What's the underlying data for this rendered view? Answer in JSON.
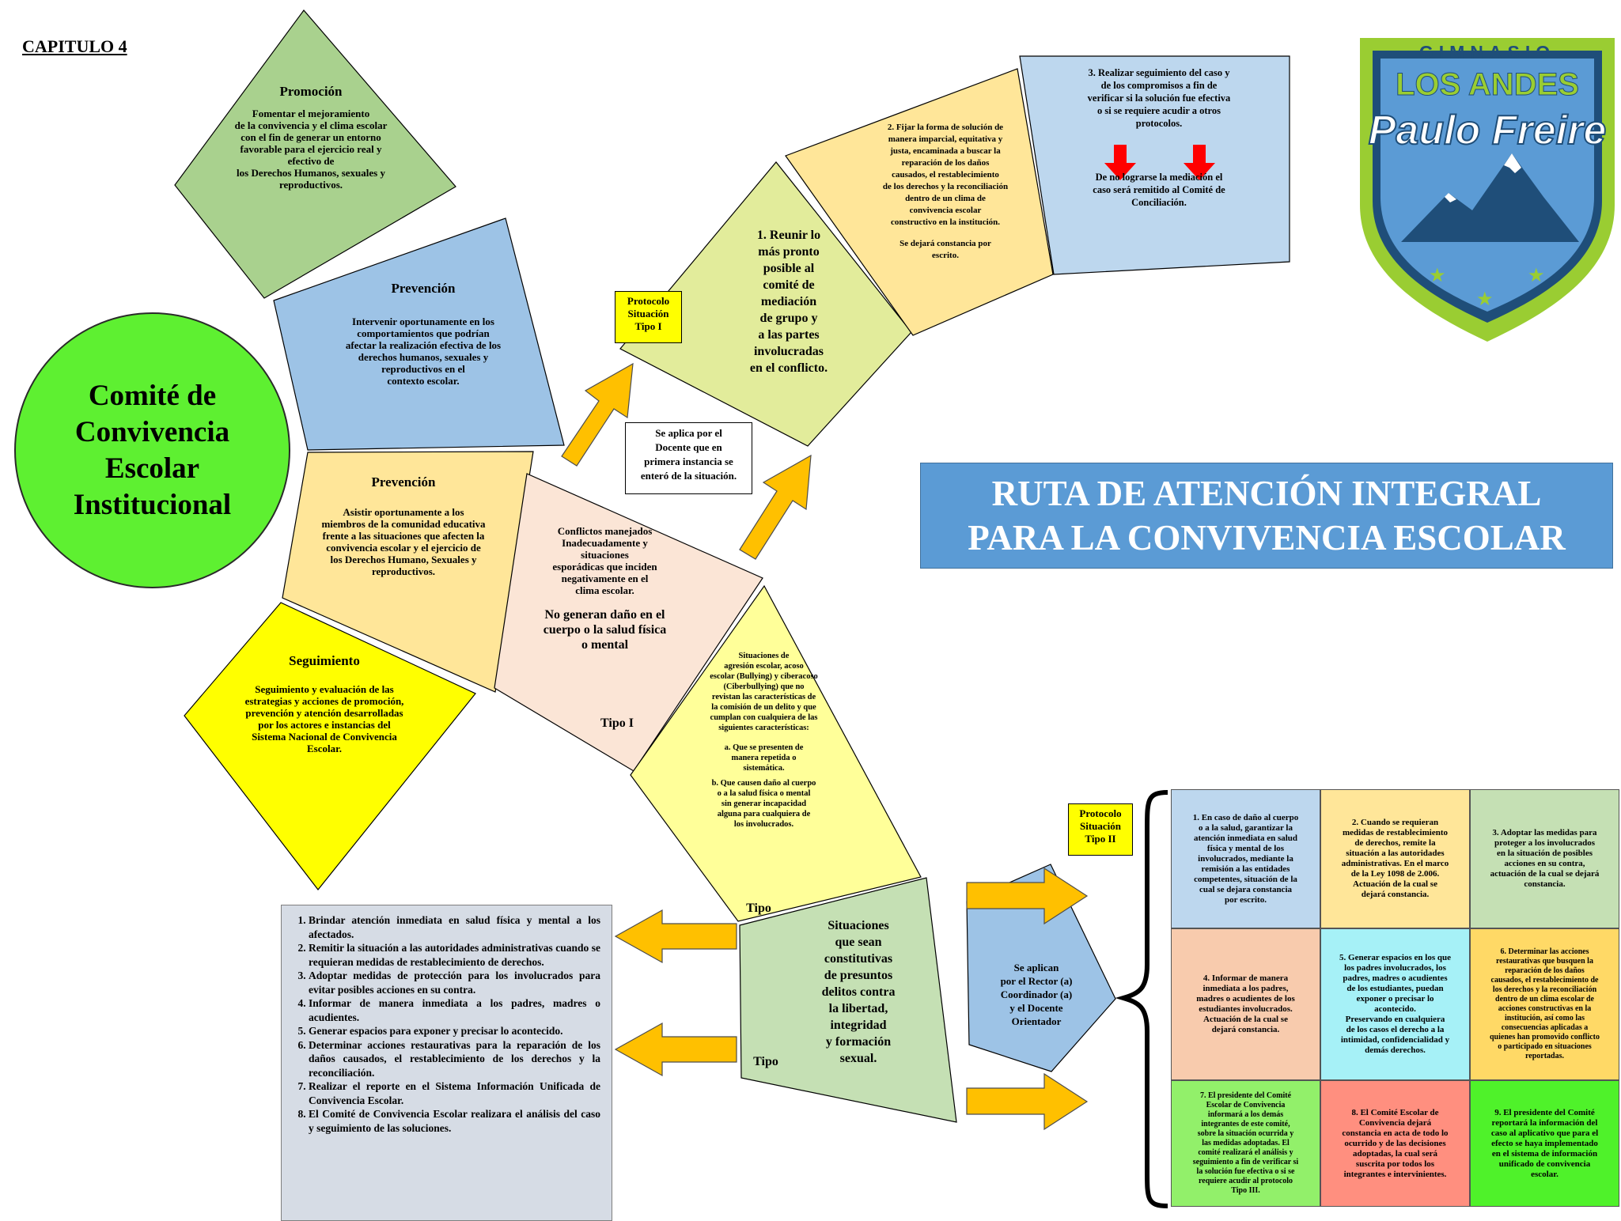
{
  "chapter": "CAPITULO  4",
  "committee": "Comité de Convivencia Escolar Institucional",
  "logo": {
    "line1": "GIMNASIO",
    "line2": "LOS ANDES",
    "line3": "Paulo Freire"
  },
  "banner": {
    "line1": "RUTA DE ATENCIÓN INTEGRAL",
    "line2": "PARA LA CONVIVENCIA ESCOLAR"
  },
  "petals": {
    "promocion": {
      "title": "Promoción",
      "text": "Fomentar el mejoramiento\nde la convivencia y el clima escolar\ncon el fin de generar un entorno\nfavorable para el ejercicio real y\nefectivo de\nlos Derechos Humanos, sexuales y\nreproductivos."
    },
    "prevencion1": {
      "title": "Prevención",
      "text": "Intervenir oportunamente en los\ncomportamientos que podrían\nafectar la realización efectiva de los\nderechos humanos, sexuales y\nreproductivos en el\ncontexto escolar."
    },
    "prevencion2": {
      "title": "Prevención",
      "text": "Asistir oportunamente a los\nmiembros de la comunidad educativa\nfrente a las situaciones que afecten la\nconvivencia escolar y el ejercicio de\nlos Derechos Humano, Sexuales y\nreproductivos."
    },
    "seguimiento": {
      "title": "Seguimiento",
      "text": "Seguimiento y evaluación de las\nestrategias y acciones de promoción,\nprevención y atención desarrolladas\npor los actores e instancias del\nSistema Nacional de Convivencia\nEscolar."
    }
  },
  "tipo1": {
    "text": "Conflictos manejados\nInadecuadamente y\nsituaciones\nesporádicas que inciden\nnegativamente en el\nclima escolar.",
    "emphasis": "No generan daño en el\ncuerpo o la salud física\no mental",
    "label": "Tipo I",
    "applies": "Se aplica por el\nDocente que en\nprimera instancia se\nenteró de la situación.",
    "protocol_label": "Protocolo\nSituación\nTipo I",
    "step1": "1. Reunir lo\nmás pronto\nposible al\ncomité de\nmediación\nde grupo y\na las partes\ninvolucradas\nen el conflicto.",
    "step2": "2. Fijar la forma de solución de\nmanera imparcial, equitativa y\njusta, encaminada a buscar la\nreparación de los daños\ncausados, el restablecimiento\nde los derechos y la reconciliación\ndentro de un clima de\nconvivencia escolar\nconstructivo en la institución.",
    "step2_note": "Se dejará constancia por\nescrito.",
    "step3": "3. Realizar seguimiento del caso y\nde los compromisos a fin de\nverificar si la solución fue efectiva\no si se requiere acudir a otros\nprotocolos.",
    "step3_note": "De no lograrse la mediación el\ncaso será remitido al Comité de\nConciliación."
  },
  "tipo2": {
    "text": "Situaciones de\nagresión escolar, acoso\nescolar (Bullying) y ciberacoso\n(Ciberbullying) que no\nrevistan las características de\nla comisión de un delito y que\ncumplan con cualquiera de las\nsiguientes características:",
    "item_a": "a.  Que se presenten de\nmanera repetida o\nsistemática.",
    "item_b": "b.  Que causen daño al cuerpo\no a la salud física o mental\nsin generar incapacidad\nalguna para cualquiera de\nlos involucrados.",
    "label": "Tipo",
    "protocol_label": "Protocolo\nSituación\nTipo II",
    "applies": "Se aplican\npor el Rector (a)\nCoordinador (a)\ny el Docente\nOrientador",
    "cells": [
      "1.  En caso de daño al cuerpo\no  a la salud, garantizar la\natención inmediata en salud\nfísica y mental de los\ninvolucrados, mediante la\nremisión a las entidades\ncompetentes, situación de la\ncual se dejara constancia\npor escrito.",
      "2.    Cuando se requieran\nmedidas de restablecimiento\nde derechos, remite la\nsituación a las autoridades\nadministrativas. En el marco\nde la Ley 1098 de 2.006.\nActuación de la cual se\ndejará constancia.",
      "3.  Adoptar las medidas para\nproteger a los involucrados\nen la situación de posibles\nacciones en su contra,\nactuación de la cual se dejará\nconstancia.",
      "4.  Informar de manera\ninmediata a los padres,\nmadres o acudientes de los\nestudiantes involucrados.\nActuación de la cual se\ndejará constancia.",
      "5.  Generar espacios en los que\nlos padres involucrados, los\npadres, madres o acudientes\nde los estudiantes, puedan\nexponer o precisar lo\nacontecido.\nPreservando en cualquiera\nde los casos el derecho a la\nintimidad, confidencialidad y\ndemás derechos.",
      "6.  Determinar las acciones\nrestaurativas que busquen la\nreparación de los daños\ncausados, el restablecimiento de\nlos derechos y la reconciliación\ndentro de un clima escolar de\nacciones constructivas en  la\ninstitución, así como las\nconsecuencias aplicadas a\nquienes han promovido conflicto\no participado en situaciones\nreportadas.",
      "7.   El presidente del Comité\nEscolar de Convivencia\ninformará a los demás\nintegrantes de este comité,\nsobre la situación ocurrida y\nlas medidas adoptadas. El\ncomité realizará el análisis y\nseguimiento a fin de verificar si\nla solución fue efectiva o si se\nrequiere acudir al protocolo\nTipo III.",
      "8.  El Comité Escolar de\nConvivencia dejará\nconstancia en acta de todo lo\nocurrido y de las decisiones\nadoptadas, la cual será\nsuscrita por todos los\nintegrantes e intervinientes.",
      "9.  El presidente del Comité\nreportará la información del\ncaso al aplicativo que para el\nefecto se haya implementado\nen el sistema de información\nunificado de convivencia\nescolar."
    ]
  },
  "tipo3": {
    "text": "Situaciones\nque sean\nconstitutivas\nde presuntos\ndelitos contra\nla libertad,\nintegridad\ny formación\nsexual.",
    "label": "Tipo",
    "actions": [
      "Brindar atención inmediata en salud física y mental a los afectados.",
      "Remitir la situación a las autoridades administrativas cuando se requieran medidas de restablecimiento de derechos.",
      "Adoptar medidas de protección para los involucrados para evitar posibles acciones en su contra.",
      "Informar de manera inmediata a los padres, madres o acudientes.",
      "Generar espacios para exponer y precisar lo acontecido.",
      "Determinar acciones restaurativas para la reparación de los daños causados, el restablecimiento de los derechos y la reconciliación.",
      "Realizar el reporte en el Sistema Información Unificada de Convivencia Escolar.",
      "El Comité de Convivencia Escolar realizara el análisis del caso y seguimiento de las soluciones."
    ]
  },
  "colors": {
    "promocion": "#a9d18e",
    "prevencion_blue": "#9dc3e6",
    "prevencion_peach": "#ffe699",
    "seguimiento": "#ffff00",
    "tipo1": "#fbe5d6",
    "tipo2": "#ffff99",
    "tipo3": "#c5e0b4",
    "arrow": "#ffc000",
    "committee": "#5ef031",
    "banner": "#5b9bd5"
  }
}
